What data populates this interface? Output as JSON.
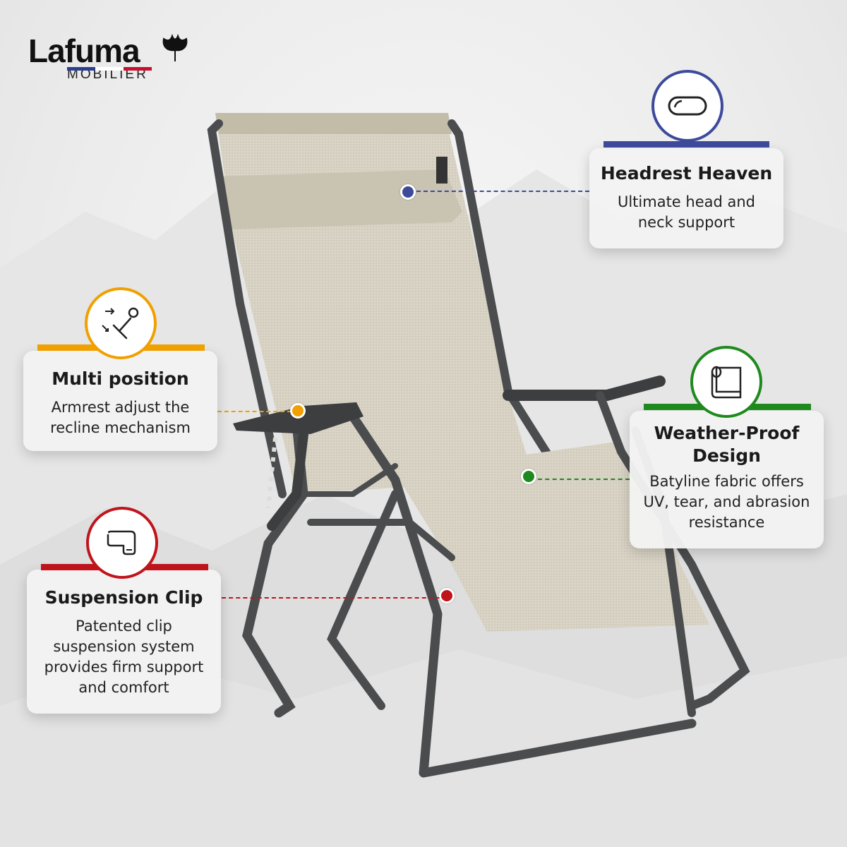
{
  "brand": {
    "name": "Lafuma",
    "subtitle": "MOBILIER",
    "flag_colors": [
      "#2b3f8f",
      "#ffffff",
      "#c8102e"
    ]
  },
  "features": [
    {
      "title": "Headrest Heaven",
      "description": "Ultimate head and neck support",
      "icon": "headrest-pillow-icon",
      "color": "#3d4a9a"
    },
    {
      "title": "Multi position",
      "description": "Armrest adjust the recline mechanism",
      "icon": "recline-person-icon",
      "color": "#f0a000"
    },
    {
      "title": "Weather-Proof Design",
      "description": "Batyline fabric offers UV, tear, and abrasion resistance",
      "icon": "fabric-roll-icon",
      "color": "#1e8a1e"
    },
    {
      "title": "Suspension Clip",
      "description": "Patented clip suspension system provides firm support and comfort",
      "icon": "clip-icon",
      "color": "#c0141c"
    }
  ]
}
